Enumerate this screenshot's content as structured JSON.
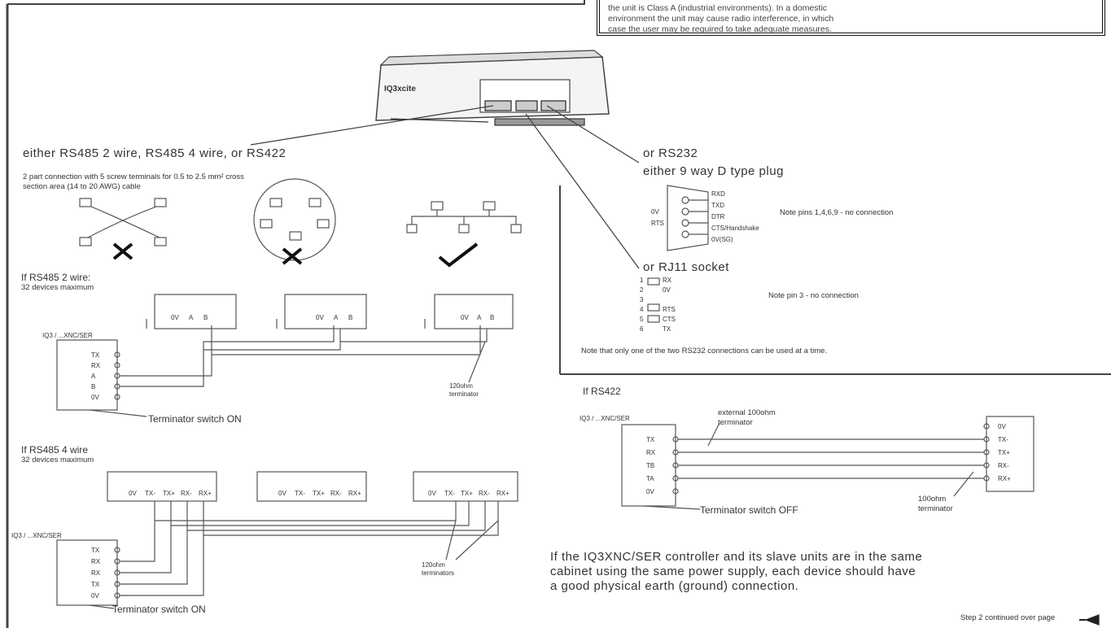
{
  "notice": {
    "lines": [
      "the unit is Class A (industrial environments). In a domestic",
      "environment the unit may cause radio interference, in which",
      "case the user may be required to take adequate measures."
    ]
  },
  "device": {
    "label": "IQ3xcite"
  },
  "left": {
    "heading": "either RS485 2 wire, RS485 4 wire, or RS422",
    "connection_note_1": "2 part connection with 5 screw terminals for 0.5 to 2.5 mm² cross",
    "connection_note_2": "section area (14 to 20 AWG) cable",
    "rs485_2wire_title": "If RS485 2 wire:",
    "rs485_2wire_sub": "32 devices maximum",
    "controller_label_1": "IQ3 / ...XNC/SER",
    "terminator_on_1": "Terminator switch ON",
    "term_120_a": "120ohm",
    "term_120_b": "terminator",
    "rs485_4wire_title": "If RS485 4 wire",
    "rs485_4wire_sub": "32 devices maximum",
    "controller_label_2": "IQ3 / ...XNC/SER",
    "terminator_on_2": "Terminator switch ON",
    "term_4w_a": "120ohm",
    "term_4w_b": "terminators",
    "pins_2w": [
      "0V",
      "A",
      "B"
    ],
    "pins_4w": [
      "0V",
      "TX-",
      "TX+",
      "RX-",
      "RX+"
    ],
    "ctrl_pins_2w": [
      "TX",
      "RX",
      "A",
      "B",
      "0V"
    ],
    "ctrl_pins_4w": [
      "TX",
      "RX",
      "RX",
      "TX",
      "0V"
    ]
  },
  "right": {
    "rs232_heading": "or RS232",
    "dtype_heading": "either 9 way D type plug",
    "dtype_note": "Note pins 1,4,6,9 - no connection",
    "dtype_pins": [
      "RXD",
      "TXD",
      "0V",
      "DTR",
      "RTS",
      "CTS/Handshake",
      "0V(SG)"
    ],
    "rj11_heading": "or RJ11 socket",
    "rj11_note": "Note pin 3 - no connection",
    "rj11_pins": [
      "1",
      "2",
      "3",
      "4",
      "5",
      "6"
    ],
    "rj11_labels": [
      "RX",
      "0V",
      "",
      "RTS",
      "CTS",
      "TX"
    ],
    "rs232_footer": "Note that only one of the two RS232 connections can be used at a time.",
    "rs422_title": "If RS422",
    "controller_label_3": "IQ3 / ...XNC/SER",
    "ext_term_a": "external 100ohm",
    "ext_term_b": "terminator",
    "term_off": "Terminator switch OFF",
    "term_100_a": "100ohm",
    "term_100_b": "terminator",
    "ctrl_pins_422": [
      "TX",
      "RX",
      "TB",
      "TA",
      "0V"
    ],
    "dev_pins_422": [
      "0V",
      "TX-",
      "TX+",
      "RX-",
      "RX+"
    ],
    "earth_note_1": "If the IQ3XNC/SER controller and its slave units are in the same",
    "earth_note_2": "cabinet using the same power supply, each device should have",
    "earth_note_3": "a good physical earth (ground) connection."
  },
  "footer": {
    "continued": "Step 2 continued over page"
  }
}
